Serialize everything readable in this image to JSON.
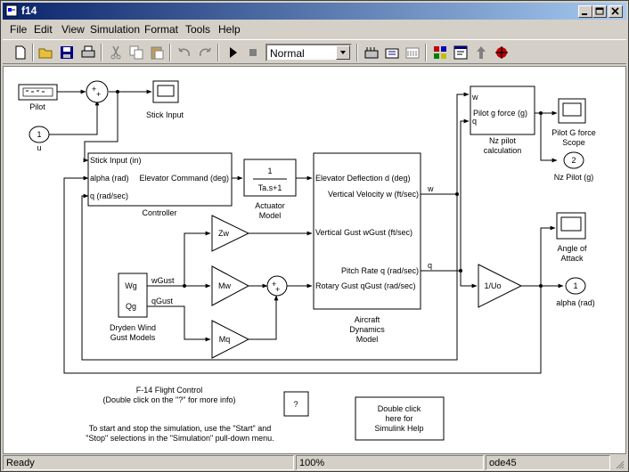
{
  "window": {
    "title": "f14"
  },
  "menu": [
    "File",
    "Edit",
    "View",
    "Simulation",
    "Format",
    "Tools",
    "Help"
  ],
  "toolbar": {
    "icons": [
      "new-icon",
      "open-icon",
      "save-icon",
      "print-icon",
      "cut-icon",
      "copy-icon",
      "paste-icon",
      "undo-icon",
      "redo-icon",
      "start-icon",
      "stop-icon",
      "build-icon",
      "update-icon",
      "library-browser-icon",
      "model-explorer-icon",
      "go-to-parent-icon",
      "debug-icon"
    ],
    "sim_mode": "Normal"
  },
  "blocks": {
    "pilot": "Pilot",
    "u_port": "1",
    "u_label": "u",
    "stick_input_scope": "Stick Input",
    "controller": {
      "in1": "Stick Input (in)",
      "in2": "alpha (rad)",
      "in3": "q (rad/sec)",
      "out": "Elevator Command (deg)",
      "name": "Controller"
    },
    "actuator": {
      "num": "1",
      "den": "Ta.s+1",
      "name1": "Actuator",
      "name2": "Model"
    },
    "aircraft": {
      "in1": "Elevator Deflection d (deg)",
      "out_w": "Vertical Velocity w (ft/sec)",
      "in2": "Vertical Gust wGust (ft/sec)",
      "out_q": "Pitch Rate q (rad/sec)",
      "in3": "Rotary Gust qGust (rad/sec)",
      "name1": "Aircraft",
      "name2": "Dynamics",
      "name3": "Model"
    },
    "nz": {
      "in_w": "w",
      "in_pg": "Pilot g force (g)",
      "in_q": "q",
      "name1": "Nz pilot",
      "name2": "calculation"
    },
    "gforce_scope1": "Pilot G force",
    "gforce_scope2": "Scope",
    "nz_port": "2",
    "nz_port_label": "Nz Pilot (g)",
    "aoa_scope1": "Angle of",
    "aoa_scope2": "Attack",
    "gain_uo": "1/Uo",
    "alpha_port": "1",
    "alpha_port_label": "alpha (rad)",
    "gains": {
      "zw": "Zw",
      "mw": "Mw",
      "mq": "Mq"
    },
    "dryden": {
      "wg": "Wg",
      "qg": "Qg",
      "name1": "Dryden Wind",
      "name2": "Gust Models"
    },
    "signals": {
      "wgust": "wGust",
      "qgust": "qGust",
      "w": "w",
      "q": "q"
    },
    "help_q": "?",
    "info1": "F-14 Flight Control",
    "info2": "(Double click on the \"?\" for more info)",
    "info3": "To start and stop the simulation, use the \"Start\" and",
    "info4": "\"Stop\" selections in the \"Simulation\" pull-down menu.",
    "simulink_help": [
      "Double click",
      "here for",
      "Simulink Help"
    ]
  },
  "status": {
    "ready": "Ready",
    "zoom": "100%",
    "solver": "ode45"
  }
}
